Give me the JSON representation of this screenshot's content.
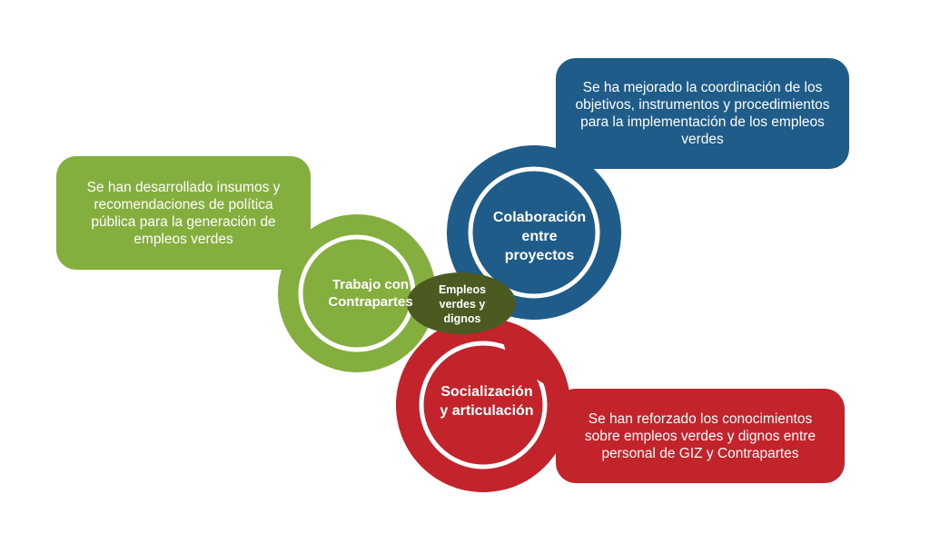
{
  "colors": {
    "green": "#84AF3F",
    "blue": "#1F5C8A",
    "red": "#C3242B",
    "center": "#4B5A20"
  },
  "center": {
    "label": "Empleos\nverdes y\ndignos"
  },
  "nodes": {
    "trabajo": {
      "title": "Trabajo con\nContrapartes",
      "description": "Se han desarrollado insumos y recomendaciones de política pública para la generación de empleos verdes"
    },
    "colaboracion": {
      "title": "Colaboración\nentre\nproyectos",
      "description": "Se ha mejorado la coordinación de los objetivos, instrumentos y procedimientos para la    implementación de los empleos verdes"
    },
    "socializacion": {
      "title": "Socialización\ny articulación",
      "description": "Se han reforzado los conocimientos sobre empleos verdes y dignos entre personal de GIZ y Contrapartes"
    }
  }
}
